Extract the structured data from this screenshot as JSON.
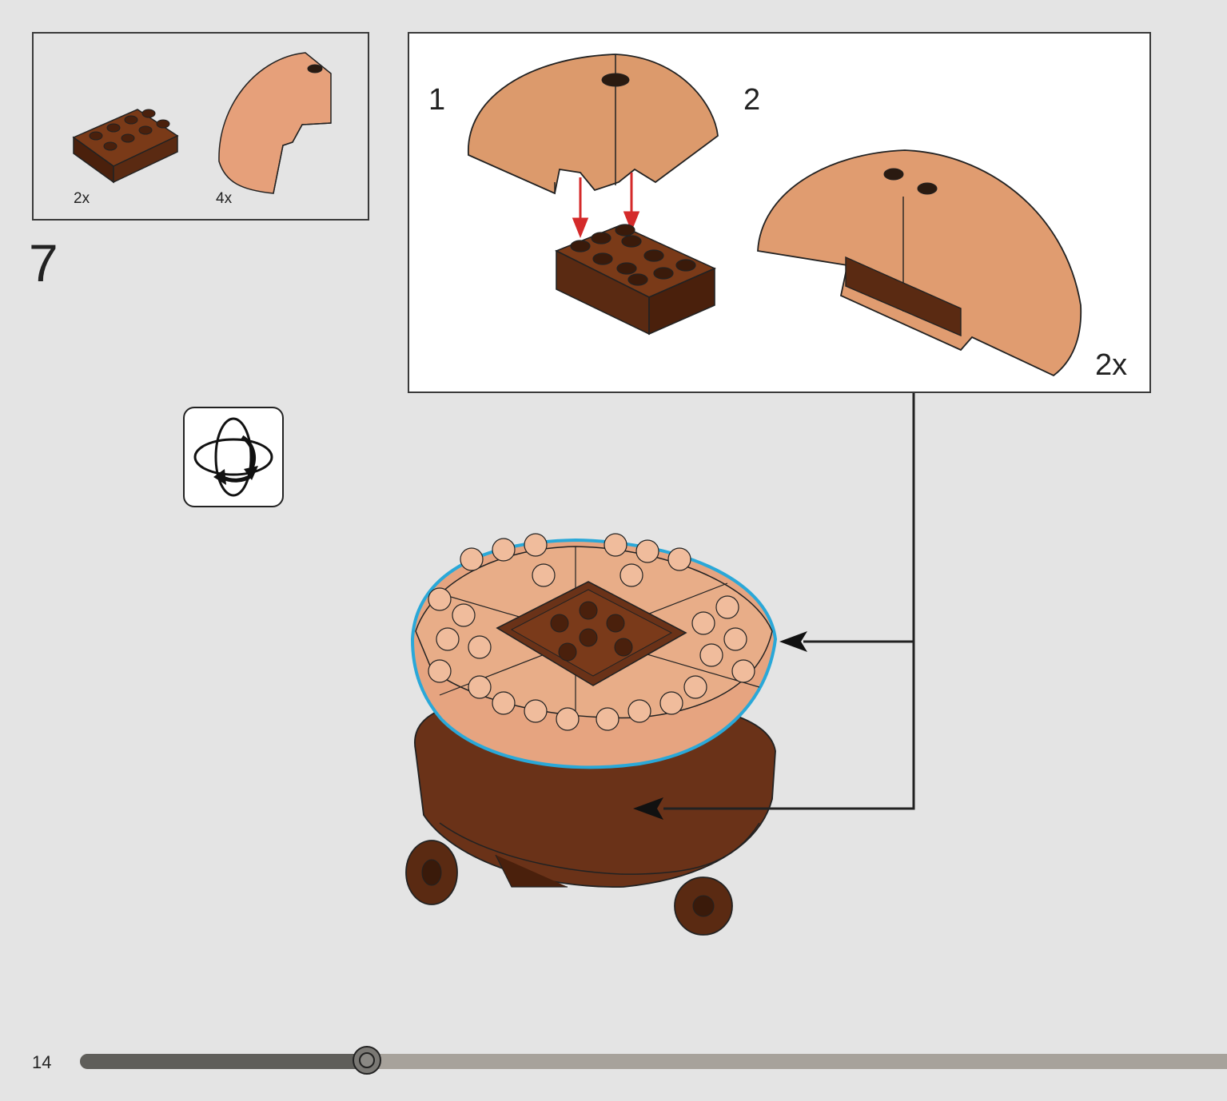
{
  "page": {
    "number": "14",
    "step": "7",
    "progress_fraction": 0.25
  },
  "parts_list": [
    {
      "name": "brown-2x4-brick",
      "qty": "2x",
      "color": "#5a2a12"
    },
    {
      "name": "tan-curved-slope",
      "qty": "4x",
      "color": "#e09a6c"
    }
  ],
  "substeps": {
    "step1_label": "1",
    "step2_label": "2",
    "multiplier": "2x"
  },
  "colors": {
    "brick_brown": "#5a2a12",
    "nougat": "#e09a6c",
    "highlight": "#2aa8d8",
    "arrow_red": "#d42a2a"
  },
  "icons": {
    "rotate": "rotate-model-icon"
  }
}
